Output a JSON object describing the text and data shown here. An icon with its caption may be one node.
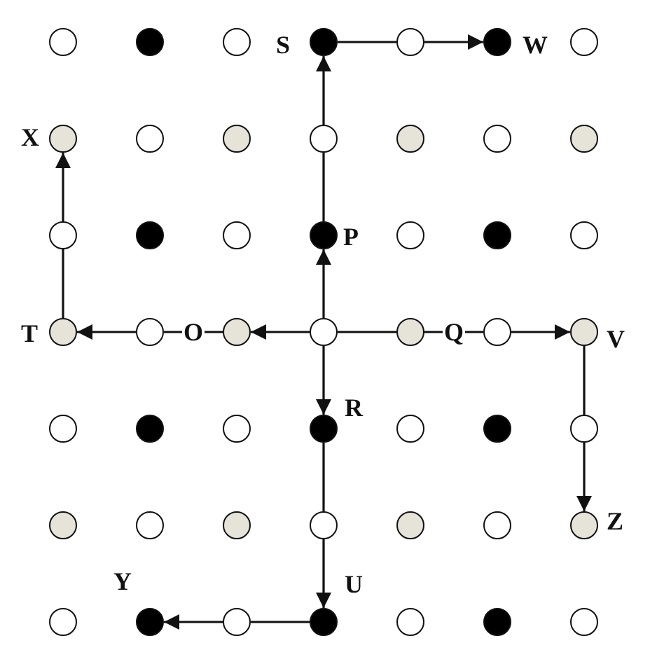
{
  "diagram": {
    "nodes": [
      {
        "text": [],
        "shape": "circle"
      },
      {
        "text": [],
        "shape": "circle"
      },
      {
        "text": [],
        "shape": "circle"
      },
      {
        "text": [],
        "shape": "circle",
        "beside": [
          "S"
        ]
      },
      {
        "text": [],
        "shape": "circle"
      },
      {
        "text": [],
        "shape": "circle",
        "beside": [
          "W"
        ]
      },
      {
        "text": [],
        "shape": "circle"
      },
      {
        "text": [],
        "shape": "circle",
        "beside": [
          "X"
        ]
      },
      {
        "text": [],
        "shape": "circle"
      },
      {
        "text": [],
        "shape": "circle"
      },
      {
        "text": [],
        "shape": "circle"
      },
      {
        "text": [],
        "shape": "circle"
      },
      {
        "text": [],
        "shape": "circle"
      },
      {
        "text": [],
        "shape": "circle"
      },
      {
        "text": [],
        "shape": "circle"
      },
      {
        "text": [],
        "shape": "circle"
      },
      {
        "text": [],
        "shape": "circle"
      },
      {
        "text": [],
        "shape": "circle",
        "beside": [
          "P"
        ]
      },
      {
        "text": [],
        "shape": "circle"
      },
      {
        "text": [],
        "shape": "circle"
      },
      {
        "text": [],
        "shape": "circle"
      },
      {
        "text": [],
        "shape": "circle",
        "beside": [
          "T"
        ]
      },
      {
        "text": [],
        "shape": "circle"
      },
      {
        "text": [],
        "shape": "circle"
      },
      {
        "text": [],
        "shape": "circle"
      },
      {
        "text": [],
        "shape": "circle"
      },
      {
        "text": [],
        "shape": "circle"
      },
      {
        "text": [],
        "shape": "circle",
        "beside": [
          "V"
        ]
      },
      {
        "text": [],
        "shape": "circle"
      },
      {
        "text": [],
        "shape": "circle"
      },
      {
        "text": [],
        "shape": "circle"
      },
      {
        "text": [],
        "shape": "circle",
        "beside": [
          "R"
        ]
      },
      {
        "text": [],
        "shape": "circle"
      },
      {
        "text": [],
        "shape": "circle"
      },
      {
        "text": [],
        "shape": "circle"
      },
      {
        "text": [],
        "shape": "circle"
      },
      {
        "text": [],
        "shape": "circle"
      },
      {
        "text": [],
        "shape": "circle"
      },
      {
        "text": [],
        "shape": "circle"
      },
      {
        "text": [],
        "shape": "circle"
      },
      {
        "text": [],
        "shape": "circle"
      },
      {
        "text": [],
        "shape": "circle",
        "beside": [
          "Z"
        ]
      },
      {
        "text": [],
        "shape": "circle"
      },
      {
        "text": [],
        "shape": "circle",
        "beside": [
          "Y"
        ]
      },
      {
        "text": [],
        "shape": "circle"
      },
      {
        "text": [],
        "shape": "circle",
        "beside": [
          "U"
        ]
      },
      {
        "text": [],
        "shape": "circle"
      },
      {
        "text": [],
        "shape": "circle"
      },
      {
        "text": [],
        "shape": "circle"
      }
    ],
    "edges": [
      {
        "from": 24,
        "to": 17,
        "arrow": "to"
      },
      {
        "from": 17,
        "to": 10,
        "arrow": "none"
      },
      {
        "from": 10,
        "to": 3,
        "arrow": "to"
      },
      {
        "from": 3,
        "to": 4,
        "arrow": "none"
      },
      {
        "from": 4,
        "to": 5,
        "arrow": "to"
      },
      {
        "from": 24,
        "to": 23,
        "arrow": "to"
      },
      {
        "from": 23,
        "to": 22,
        "arrow": "none",
        "label": "O"
      },
      {
        "from": 22,
        "to": 21,
        "arrow": "to"
      },
      {
        "from": 21,
        "to": 14,
        "arrow": "none"
      },
      {
        "from": 14,
        "to": 7,
        "arrow": "to"
      },
      {
        "from": 24,
        "to": 25,
        "arrow": "none"
      },
      {
        "from": 25,
        "to": 26,
        "arrow": "none",
        "label": "Q"
      },
      {
        "from": 26,
        "to": 27,
        "arrow": "to"
      },
      {
        "from": 27,
        "to": 34,
        "arrow": "none"
      },
      {
        "from": 34,
        "to": 41,
        "arrow": "to"
      },
      {
        "from": 24,
        "to": 31,
        "arrow": "to"
      },
      {
        "from": 31,
        "to": 38,
        "arrow": "none"
      },
      {
        "from": 38,
        "to": 45,
        "arrow": "to"
      },
      {
        "from": 45,
        "to": 44,
        "arrow": "none"
      },
      {
        "from": 44,
        "to": 43,
        "arrow": "to"
      }
    ]
  }
}
